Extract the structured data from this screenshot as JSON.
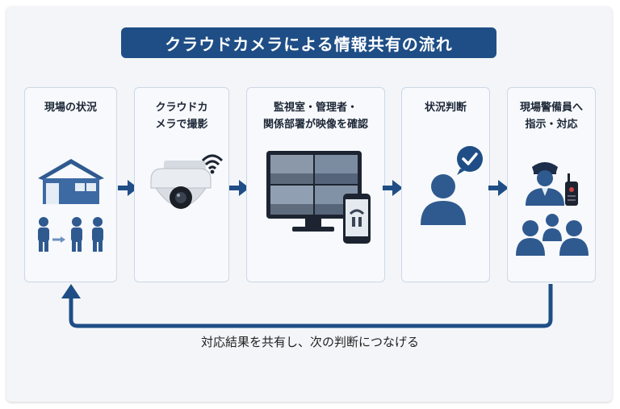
{
  "title": "クラウドカメラによる情報共有の流れ",
  "steps": [
    {
      "label": "現場の状況"
    },
    {
      "label": "クラウドカ\nメラで撮影"
    },
    {
      "label": "監視室・管理者・\n関係部署が映像を確認"
    },
    {
      "label": "状況判断"
    },
    {
      "label": "現場警備員へ\n指示・対応"
    }
  ],
  "feedback": {
    "label": "対応結果を共有し、次の判断につなげる"
  },
  "colors": {
    "primary": "#1f4e86",
    "icon": "#2f5a8f",
    "card_border": "#cdd8e6",
    "background": "#f3f5f8"
  },
  "icons": [
    "house-icon",
    "people-icon",
    "dome-camera-icon",
    "wifi-icon",
    "monitor-icon",
    "smartphone-icon",
    "person-thinking-icon",
    "checkmark-bubble-icon",
    "security-guard-icon",
    "radio-icon",
    "group-icon"
  ]
}
